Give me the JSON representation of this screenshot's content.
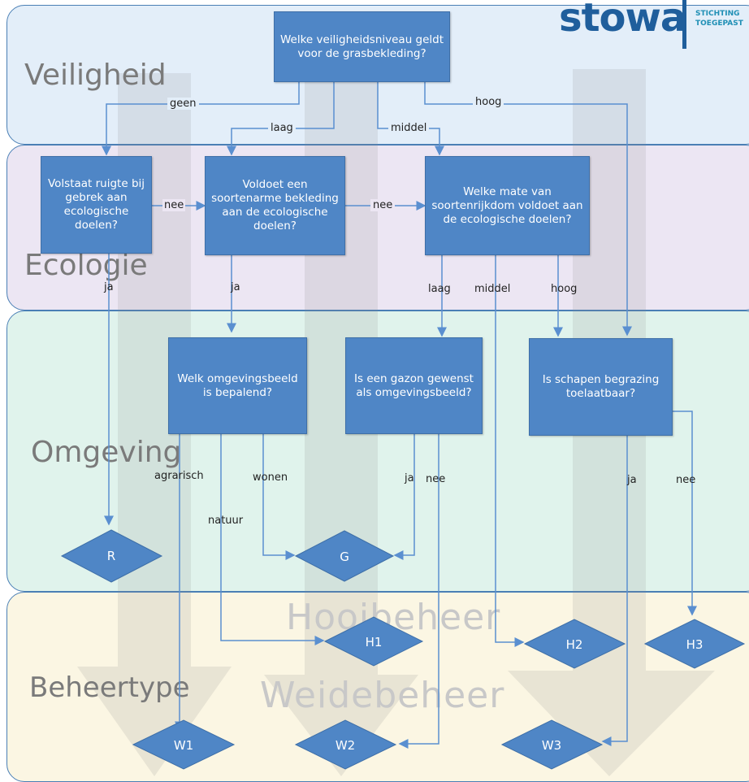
{
  "logo": {
    "word": "stowa",
    "line1": "STICHTING",
    "line2": "TOEGEPAST"
  },
  "bands": {
    "veiligheid": "Veiligheid",
    "ecologie": "Ecologie",
    "omgeving": "Omgeving",
    "beheertype": "Beheertype"
  },
  "watermarks": {
    "hooibeheer": "Hooibeheer",
    "weidebeheer": "Weidebeheer"
  },
  "boxes": {
    "q_veiligheid": "Welke veiligheidsniveau geldt voor de grasbekleding?",
    "q_ruigte": "Volstaat ruigte bij gebrek aan ecologische doelen?",
    "q_soortenarm": "Voldoet een soortenarme bekleding aan de ecologische doelen?",
    "q_soortenrijk": "Welke mate van soortenrijkdom voldoet aan de ecologische doelen?",
    "q_omgevingsbeeld": "Welk omgevingsbeeld is bepalend?",
    "q_gazon": "Is een gazon gewenst als omgevingsbeeld?",
    "q_schapen": "Is schapen begrazing toelaatbaar?"
  },
  "labels": {
    "geen": "geen",
    "laag": "laag",
    "middel": "middel",
    "hoog": "hoog",
    "nee1": "nee",
    "nee2": "nee",
    "ja1": "ja",
    "ja2": "ja",
    "laag2": "laag",
    "middel2": "middel",
    "hoog2": "hoog",
    "agrarisch": "agrarisch",
    "wonen": "wonen",
    "natuur": "natuur",
    "ja3": "ja",
    "nee3": "nee",
    "ja4": "ja",
    "nee4": "nee"
  },
  "outcomes": {
    "R": "R",
    "G": "G",
    "H1": "H1",
    "H2": "H2",
    "H3": "H3",
    "W1": "W1",
    "W2": "W2",
    "W3": "W3"
  },
  "colors": {
    "box": "#4f86c6",
    "line": "#5a8fd0",
    "band_veiligheid": "#e3eef9",
    "band_ecologie": "#ece6f3",
    "band_omgeving": "#e0f3ec",
    "band_beheertype": "#fbf6e3"
  }
}
